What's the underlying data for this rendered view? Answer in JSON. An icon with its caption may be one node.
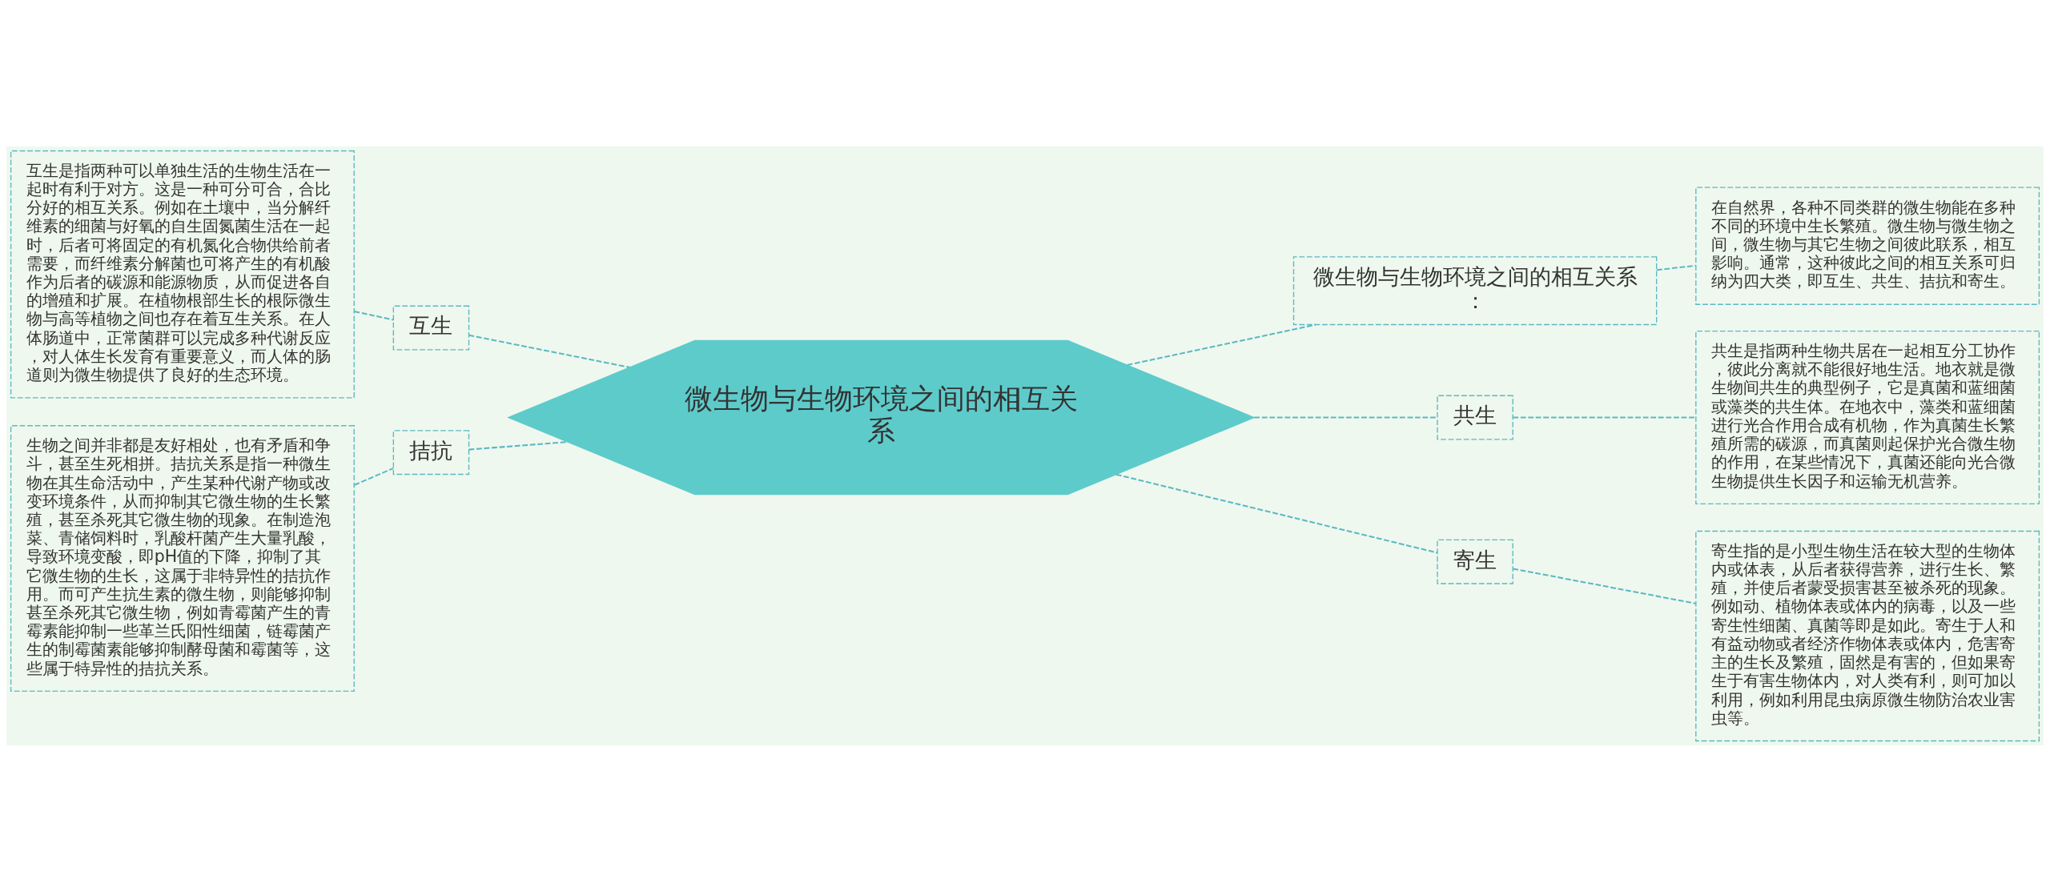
{
  "diagram": {
    "nodes": [
      {
        "text": [
          "微生物与生物环境之间的相互关系"
        ]
      },
      {
        "text": [
          "互生"
        ]
      },
      {
        "text": [
          "互生是指两种可以单独生活的生物生活在一起时有利于对方。这是一种可分可合，合比分好的相互关系。例如在土壤中，当分解纤维素的细菌与好氧的自生固氮菌生活在一起时，后者可将固定的有机氮化合物供给前者需要，而纤维素分解菌也可将产生的有机酸作为后者的碳源和能源物质，从而促进各自的增殖和扩展。在植物根部生长的根际微生物与高等植物之间也存在着互生关系。在人体肠道中，正常菌群可以完成多种代谢反应，对人体生长发育有重要意义，而人体的肠道则为微生物提供了良好的生态环境。"
        ]
      },
      {
        "text": [
          "拮抗"
        ]
      },
      {
        "text": [
          "生物之间并非都是友好相处，也有矛盾和争斗，甚至生死相拼。拮抗关系是指一种微生物在其生命活动中，产生某种代谢产物或改变环境条件，从而抑制其它微生物的生长繁殖，甚至杀死其它微生物的现象。在制造泡菜、青储饲料时，乳酸杆菌产生大量乳酸，导致环境变酸，即pH值的下降，抑制了其它微生物的生长，这属于非特异性的拮抗作用。而可产生抗生素的微生物，则能够抑制甚至杀死其它微生物，例如青霉菌产生的青霉素能抑制一些革兰氏阳性细菌，链霉菌产生的制霉菌素能够抑制酵母菌和霉菌等，这些属于特异性的拮抗关系。"
        ]
      },
      {
        "text": [
          "微生物与生物环境之间的相互关系："
        ]
      },
      {
        "text": [
          "在自然界，各种不同类群的微生物能在多种不同的环境中生长繁殖。微生物与微生物之间，微生物与其它生物之间彼此联系，相互影响。通常，这种彼此之间的相互关系可归纳为四大类，即互生、共生、拮抗和寄生。"
        ]
      },
      {
        "text": [
          "共生"
        ]
      },
      {
        "text": [
          "共生是指两种生物共居在一起相互分工协作，彼此分离就不能很好地生活。地衣就是微生物间共生的典型例子，它是真菌和蓝细菌或藻类的共生体。在地衣中，藻类和蓝细菌进行光合作用合成有机物，作为真菌生长繁殖所需的碳源，而真菌则起保护光合微生物的作用，在某些情况下，真菌还能向光合微生物提供生长因子和运输无机营养。"
        ]
      },
      {
        "text": [
          "寄生"
        ]
      },
      {
        "text": [
          "寄生指的是小型生物生活在较大型的生物体内或体表，从后者获得营养，进行生长、繁殖，并使后者蒙受损害甚至被杀死的现象。例如动、植物体表或体内的病毒，以及一些寄生性细菌、真菌等即是如此。寄生于人和有益动物或者经济作物体表或体内，危害寄主的生长及繁殖，固然是有害的，但如果寄生于有害生物体内，对人类有利，则可加以利用，例如利用昆虫病原微生物防治农业害虫等。"
        ]
      }
    ],
    "edges": [
      {
        "from": 2,
        "to": 1,
        "arrow": "none"
      },
      {
        "from": 1,
        "to": 0,
        "arrow": "none"
      },
      {
        "from": 4,
        "to": 3,
        "arrow": "none"
      },
      {
        "from": 3,
        "to": 0,
        "arrow": "none"
      },
      {
        "from": 0,
        "to": 5,
        "arrow": "none"
      },
      {
        "from": 5,
        "to": 6,
        "arrow": "none"
      },
      {
        "from": 0,
        "to": 7,
        "arrow": "none"
      },
      {
        "from": 7,
        "to": 8,
        "arrow": "none"
      },
      {
        "from": 0,
        "to": 9,
        "arrow": "none"
      },
      {
        "from": 9,
        "to": 10,
        "arrow": "none"
      }
    ]
  }
}
